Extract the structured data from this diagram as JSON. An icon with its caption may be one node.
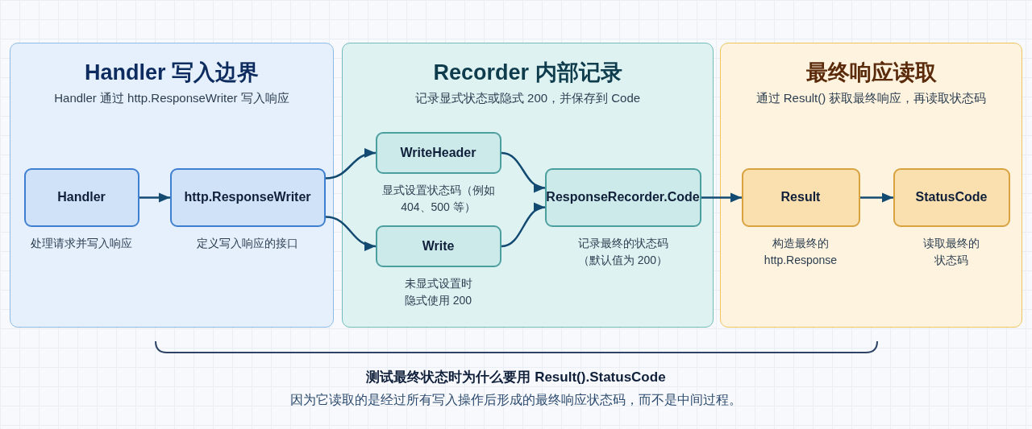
{
  "diagram": {
    "nodes": [
      {
        "text": [
          "Handler 写入边界",
          "Handler 通过 http.ResponseWriter 写入响应"
        ]
      },
      {
        "text": [
          "Handler"
        ],
        "in": 0,
        "beside": [
          "处理请求并写入响应"
        ]
      },
      {
        "text": [
          "http.ResponseWriter"
        ],
        "in": 0,
        "beside": [
          "定义写入响应的接口"
        ]
      },
      {
        "text": [
          "Recorder 内部记录",
          "记录显式状态或隐式 200，并保存到 Code"
        ]
      },
      {
        "text": [
          "WriteHeader"
        ],
        "in": 3,
        "beside": [
          "显式设置状态码（例如 404、500 等）"
        ]
      },
      {
        "text": [
          "Write"
        ],
        "in": 3,
        "beside": [
          "未显式设置时隐式使用 200"
        ]
      },
      {
        "text": [
          "ResponseRecorder.Code"
        ],
        "in": 3,
        "beside": [
          "记录最终的状态码（默认值为 200）"
        ]
      },
      {
        "text": [
          "最终响应读取",
          "通过 Result() 获取最终响应，再读取状态码"
        ]
      },
      {
        "text": [
          "Result"
        ],
        "in": 7,
        "beside": [
          "构造最终的 http.Response"
        ]
      },
      {
        "text": [
          "StatusCode"
        ],
        "in": 7,
        "beside": [
          "读取最终的状态码"
        ]
      }
    ],
    "edges": [
      {
        "from": 1,
        "to": 2,
        "arrow": "to"
      },
      {
        "from": 2,
        "to": 4,
        "arrow": "to"
      },
      {
        "from": 2,
        "to": 5,
        "arrow": "to"
      },
      {
        "from": 4,
        "to": 6,
        "arrow": "to"
      },
      {
        "from": 5,
        "to": 6,
        "arrow": "to"
      },
      {
        "from": 6,
        "to": 8,
        "arrow": "to"
      },
      {
        "from": 8,
        "to": 9,
        "arrow": "to"
      }
    ],
    "labels": [
      "测试最终状态时为什么要用 Result().StatusCode",
      "因为它读取的是经过所有写入操作后形成的最终响应状态码，而不是中间过程。"
    ]
  }
}
